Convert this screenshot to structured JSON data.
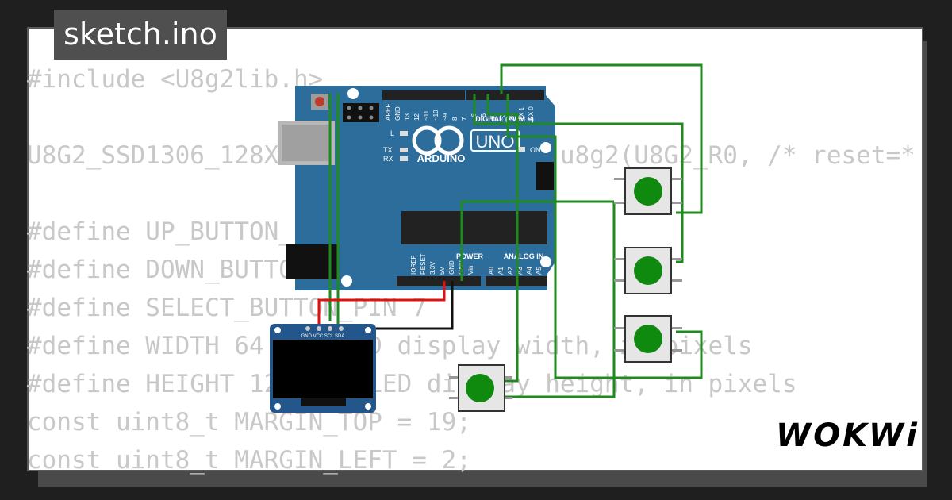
{
  "title": "sketch.ino",
  "code_lines": [
    "#include <U8g2lib.h>",
    "",
    "U8G2_SSD1306_128X64_NONAME_F_HW_I2C u8g2(U8G2_R0, /* reset=*",
    "",
    "#define UP_BUTTON_PIN 2",
    "#define DOWN_BUTTON_PIN 4",
    "#define SELECT_BUTTON_PIN 7",
    "#define WIDTH 64 // OLED display width, in pixels",
    "#define HEIGHT 128 // OLED display height, in pixels",
    "const uint8_t MARGIN_TOP = 19;",
    "const uint8_t MARGIN_LEFT = 2;"
  ],
  "board": {
    "name": "UNO",
    "brand": "ARDUINO",
    "digital_label": "DIGITAL (PWM ~)",
    "power_label": "POWER",
    "analog_label": "ANALOG IN",
    "on_label": "ON",
    "tx_label": "TX",
    "rx_label": "RX",
    "l_label": "L",
    "aref_label": "AREF",
    "gnd_label": "GND",
    "pin_labels_top": [
      "13",
      "12",
      "~11",
      "~10",
      "~9",
      "8",
      "7",
      "~6",
      "~5",
      "4",
      "~3",
      "2",
      "TX 1",
      "RX 0"
    ],
    "pin_labels_power": [
      "IOREF",
      "RESET",
      "3.3V",
      "5V",
      "GND",
      "GND",
      "Vin"
    ],
    "pin_labels_analog": [
      "A0",
      "A1",
      "A2",
      "A3",
      "A4",
      "A5"
    ]
  },
  "oled": {
    "pins": "GND VCC SCL SDA"
  },
  "logo": "WOKWi",
  "colors": {
    "board": "#2c6d9c",
    "wire_green": "#1f8a1f",
    "wire_red": "#e01010",
    "button": "#0f8a0f"
  }
}
